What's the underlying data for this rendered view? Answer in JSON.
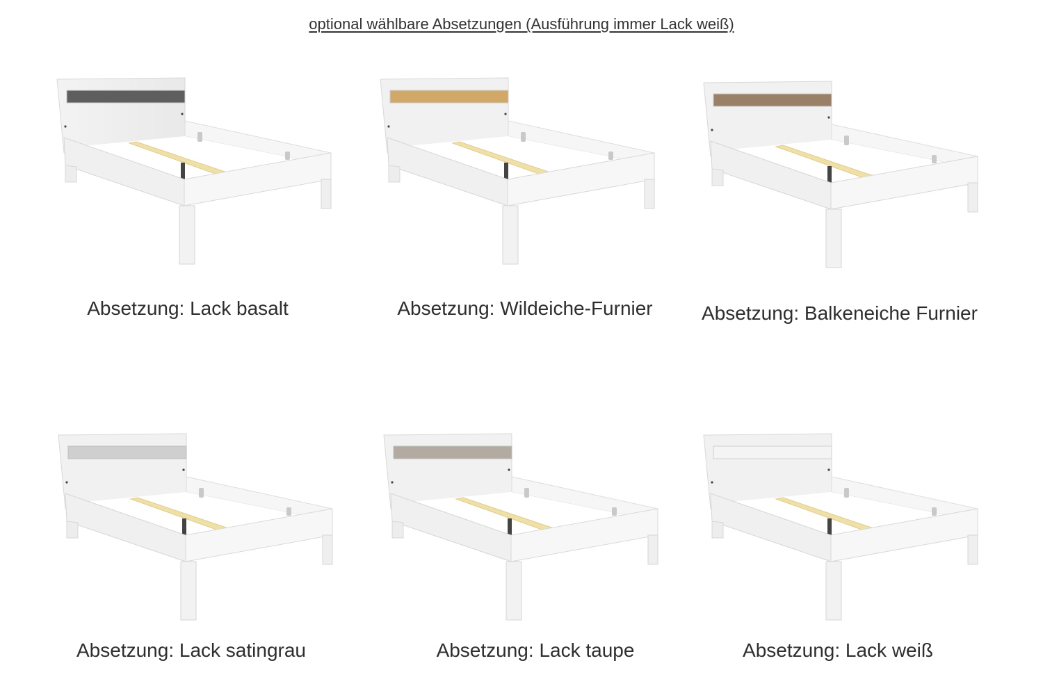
{
  "heading": "optional wählbare Absetzungen (Ausführung immer Lack weiß)",
  "variants": [
    {
      "caption": "Absetzung: Lack basalt",
      "accent_color": "#5e5e5e"
    },
    {
      "caption": "Absetzung: Wildeiche-Furnier",
      "accent_color": "#d2a868"
    },
    {
      "caption": "Absetzung: Balkeneiche Furnier",
      "accent_color": "#9b8068"
    },
    {
      "caption": "Absetzung: Lack satingrau",
      "accent_color": "#cfcfcf"
    },
    {
      "caption": "Absetzung: Lack taupe",
      "accent_color": "#b3aba0"
    },
    {
      "caption": "Absetzung: Lack weiß",
      "accent_color": "#f4f4f4"
    }
  ]
}
